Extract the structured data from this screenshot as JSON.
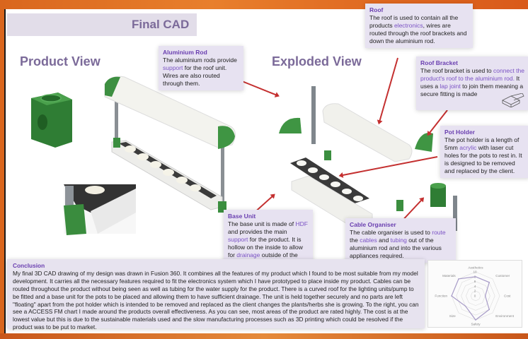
{
  "slide": {
    "title": "Final CAD",
    "product_view_heading": "Product View",
    "exploded_view_heading": "Exploded View"
  },
  "colors": {
    "accent_purple": "#7b6a99",
    "heading_purple": "#6a3fb0",
    "callout_bg": "#e7e2f1",
    "arrow_red": "#c43030",
    "part_green": "#3a8c3e",
    "background_orange": "#e0701f"
  },
  "callouts": {
    "aluminium_rod": {
      "title": "Aluminium Rod",
      "t1": "The aluminium rods provide ",
      "hl1": "support",
      "t2": " for the roof unit. Wires are also routed through them."
    },
    "roof": {
      "title": "Roof",
      "t1": "The roof is used to contain all the products ",
      "hl1": "electronics",
      "t2": ", wires are routed through the roof brackets and down the aluminium rod."
    },
    "roof_bracket": {
      "title": "Roof Bracket",
      "t1": "The roof bracket is used to ",
      "hl1": "connect the product's roof to the aluminium rod.",
      "t2": " It uses a ",
      "hl2": "lap joint",
      "t3": " to join them meaning a secure fitting is made"
    },
    "pot_holder": {
      "title": "Pot Holder",
      "t1": "The pot holder is a length of 5mm ",
      "hl1": "acrylic",
      "t2": " with laser cut holes for the pots to rest in. It is designed to be removed and replaced by the client."
    },
    "base_unit": {
      "title": "Base Unit",
      "t1": "The base unit is made of ",
      "hl1": "HDF",
      "t2": " and provides the main ",
      "hl2": "support",
      "t3": " for the product. It is hollow on the inside to allow for ",
      "hl3": "drainage",
      "t4": " outside of the pots."
    },
    "cable_organiser": {
      "title": "Cable Organiser",
      "t1": "The cable organiser is used to ",
      "hl1": "route",
      "t2": " the ",
      "hl2": "cables",
      "t3": " and ",
      "hl3": "tubing",
      "t4": " out of the aluminium rod and into the various appliances required."
    }
  },
  "conclusion": {
    "title": "Conclusion",
    "body": "My final 3D CAD drawing of my design was drawn in Fusion 360. It combines all the features of my product which I found to be most suitable from my model development. It carries all the necessary features required to fit the electronics system which I have prototyped to place inside my product. Cables can be routed throughout the product without being seen as well as tubing for the water supply for the product. There is a curved roof for the lighting units/pump to be fitted and a base unit for the pots to be placed and allowing them to have sufficient drainage. The unit is held together securely and no parts are left \"floating\" apart from the pot holder which is intended to be removed and replaced as the client changes the plants/herbs she is growing. To the right, you can see a ACCESS FM chart I made around the products overall effectiveness. As you can see, most areas of the product are rated highly. The cost is at the lowest value but this is due to the sustainable materials used and the slow manufacturing processes such as 3D printing which could be resolved if the product was to be put to market."
  },
  "chart_data": {
    "type": "radar",
    "title": "ACCESS FM chart",
    "categories": [
      "Aesthetics",
      "Customer",
      "Cost",
      "Environment",
      "Safety",
      "Size",
      "Function",
      "Materials"
    ],
    "values": [
      8,
      8,
      4,
      8,
      10,
      6,
      10,
      10
    ],
    "scale_ticks": [
      "0",
      "2",
      "4",
      "6",
      "8",
      "10"
    ],
    "range": [
      0,
      10
    ],
    "grid": true,
    "legend": "none"
  }
}
